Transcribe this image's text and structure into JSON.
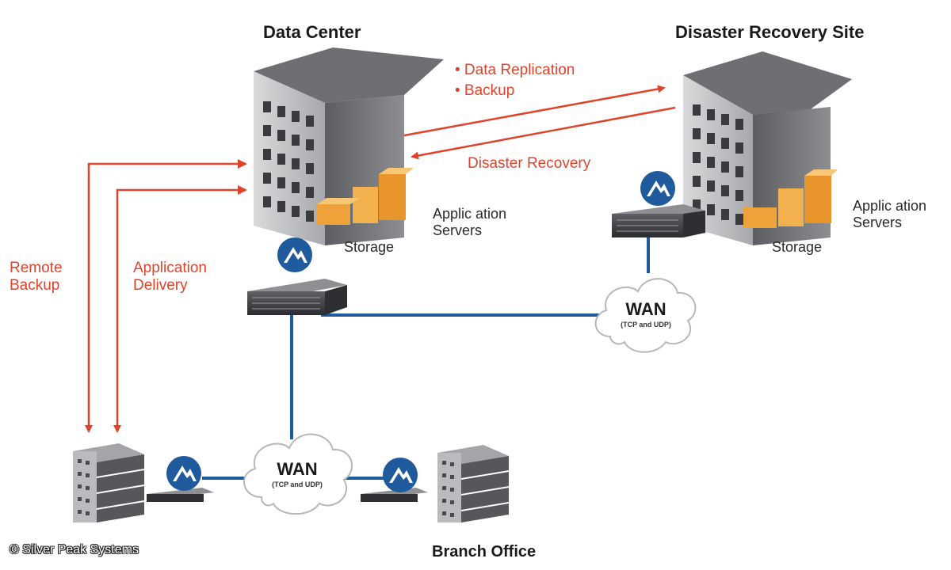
{
  "sites": {
    "data_center": "Data Center",
    "dr_site": "Disaster Recovery Site",
    "branch_office": "Branch Office"
  },
  "flows": {
    "replication": "• Data Replication",
    "backup": "• Backup",
    "disaster_recovery": "Disaster Recovery",
    "remote_backup": [
      "Remote",
      "Backup"
    ],
    "application_delivery": [
      "Application",
      "Delivery"
    ]
  },
  "labels": {
    "app_servers": [
      "Applic ation",
      "Servers"
    ],
    "storage": "Storage"
  },
  "wan": {
    "title": "WAN",
    "subtitle": "(TCP and UDP)"
  },
  "copyright": "© Silver Peak Systems",
  "colors": {
    "flow_red": "#e0432b",
    "link_blue": "#1e5a9c",
    "server_orange": "#f0a23a",
    "building_gray": "#6d6f73"
  },
  "icons": [
    "building-icon",
    "server-stack-icon",
    "wan-optimizer-appliance-icon",
    "silver-peak-logo-icon",
    "cloud-icon",
    "storage-crates-icon"
  ]
}
